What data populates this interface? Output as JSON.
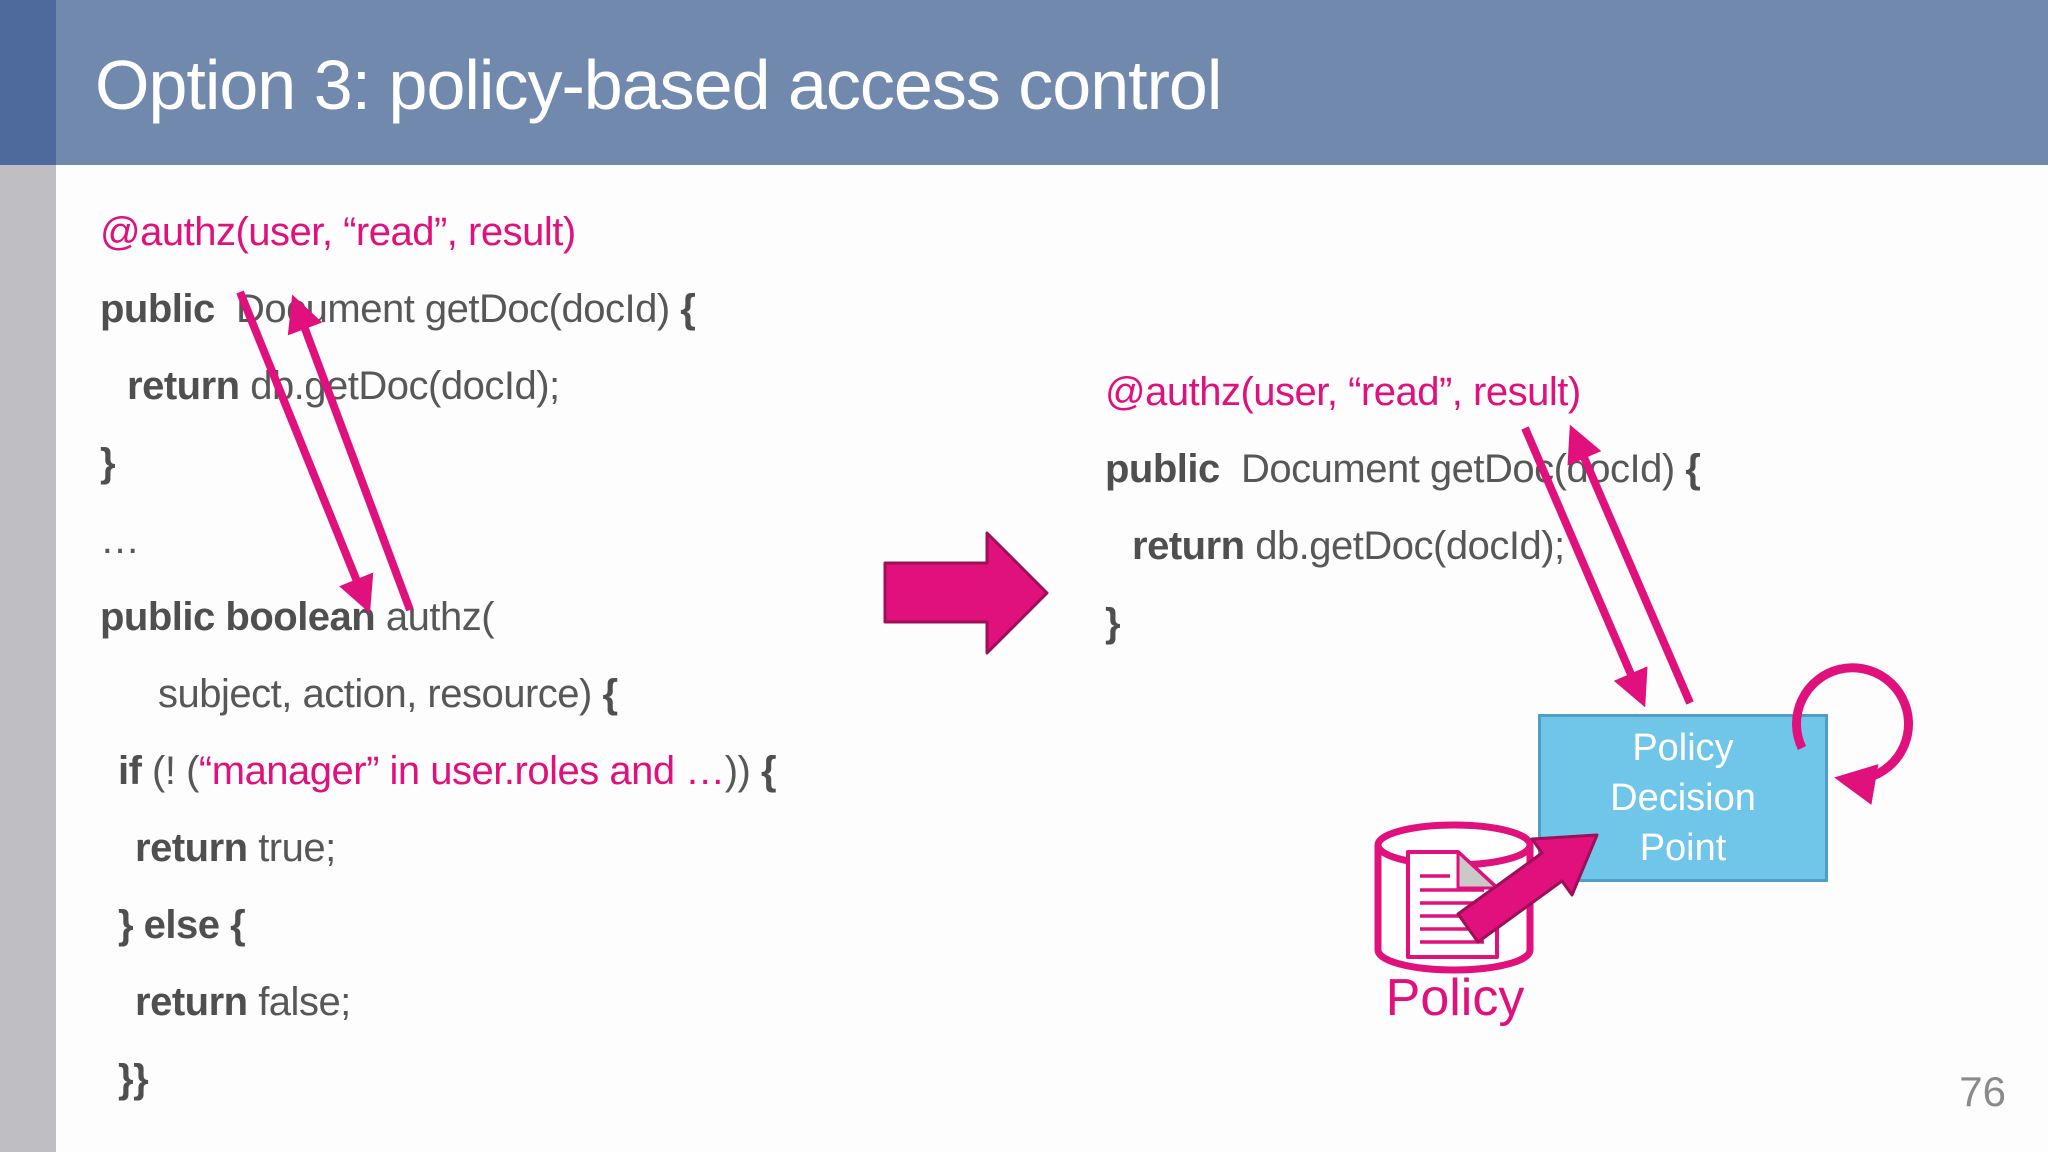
{
  "title": "Option 3: policy-based access control",
  "page_number": "76",
  "colors": {
    "accent_pink": "#e0107c",
    "accent_pink_dark": "#9e0f59",
    "title_bar": "#7289ae",
    "corner_square": "#4e6a9c",
    "side_strip": "#bfbfc3",
    "pdp_fill": "#70c6e9",
    "pdp_border": "#4f9fc4",
    "code_text": "#575757",
    "muted_gray": "#8a8a8a",
    "fold_gray": "#c9c9c9"
  },
  "code_left": {
    "lines": [
      {
        "indent": 0,
        "segments": [
          {
            "text": "@authz(user, “read”, result)",
            "pink": true
          }
        ]
      },
      {
        "indent": 0,
        "segments": [
          {
            "text": "public",
            "bold": true
          },
          {
            "text": "  Document getDoc(docId) "
          },
          {
            "text": "{",
            "bold": true
          }
        ]
      },
      {
        "indent": 27,
        "segments": [
          {
            "text": "return",
            "bold": true
          },
          {
            "text": " db.getDoc(docId);"
          }
        ]
      },
      {
        "indent": 0,
        "segments": [
          {
            "text": "}",
            "bold": true
          }
        ]
      },
      {
        "indent": 0,
        "segments": [
          {
            "text": "…"
          }
        ]
      },
      {
        "indent": 0,
        "segments": [
          {
            "text": "public boolean",
            "bold": true
          },
          {
            "text": " authz("
          }
        ]
      },
      {
        "indent": 58,
        "segments": [
          {
            "text": "subject, action, resource) "
          },
          {
            "text": "{",
            "bold": true
          }
        ]
      },
      {
        "indent": 18,
        "segments": [
          {
            "text": "if",
            "bold": true
          },
          {
            "text": " (! ("
          },
          {
            "text": "“manager” in user.roles and …",
            "pink": true
          },
          {
            "text": ")) "
          },
          {
            "text": "{",
            "bold": true
          }
        ]
      },
      {
        "indent": 35,
        "segments": [
          {
            "text": "return",
            "bold": true
          },
          {
            "text": " true;"
          }
        ]
      },
      {
        "indent": 18,
        "segments": [
          {
            "text": "} else {",
            "bold": true
          }
        ]
      },
      {
        "indent": 35,
        "segments": [
          {
            "text": "return",
            "bold": true
          },
          {
            "text": " false;"
          }
        ]
      },
      {
        "indent": 18,
        "segments": [
          {
            "text": "}}",
            "bold": true
          }
        ]
      }
    ]
  },
  "code_right": {
    "lines": [
      {
        "indent": 0,
        "segments": [
          {
            "text": "@authz(user, “read”, result)",
            "pink": true
          }
        ]
      },
      {
        "indent": 0,
        "segments": [
          {
            "text": "public",
            "bold": true
          },
          {
            "text": "  Document getDoc(docId) "
          },
          {
            "text": "{",
            "bold": true
          }
        ]
      },
      {
        "indent": 27,
        "segments": [
          {
            "text": "return",
            "bold": true
          },
          {
            "text": " db.getDoc(docId);"
          }
        ]
      },
      {
        "indent": 0,
        "segments": [
          {
            "text": "}",
            "bold": true
          }
        ]
      }
    ]
  },
  "pdp_box": {
    "lines": [
      "Policy",
      "Decision",
      "Point"
    ]
  },
  "policy_label": "Policy",
  "icons": {
    "policy_database": "database-cylinder-with-document",
    "transform_arrow": "thick-right-arrow",
    "self_loop": "circular-arrow",
    "annotation_arrows": "diagonal-line-arrows"
  }
}
